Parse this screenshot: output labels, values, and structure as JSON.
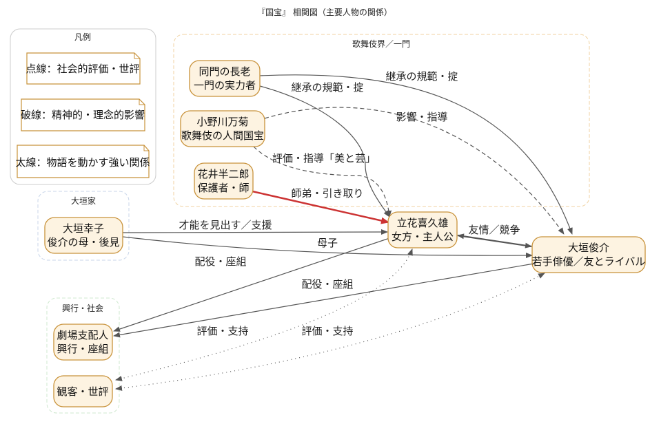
{
  "title": "『国宝』 相関図（主要人物の関係）",
  "colors": {
    "node_fill": "#fdf3e1",
    "node_stroke": "#c8923a",
    "edge": "#555555",
    "edge_strong": "#cc3333",
    "cluster_kabuki": "#f0d2a0",
    "cluster_ogaki": "#c9d6ea",
    "cluster_society": "#cfe8cf",
    "legend_border": "#cccccc"
  },
  "legend": {
    "title": "凡例",
    "items": [
      {
        "label": "点線：社会的評価・世評",
        "style": "dotted"
      },
      {
        "label": "破線：精神的・理念的影響",
        "style": "dashed"
      },
      {
        "label": "太線：物語を動かす強い関係",
        "style": "bold"
      }
    ]
  },
  "clusters": {
    "kabuki": "歌舞伎界／一門",
    "ogaki": "大垣家",
    "society": "興行・社会"
  },
  "nodes": {
    "elder": {
      "line1": "同門の長老",
      "line2": "一門の実力者"
    },
    "onogawa": {
      "line1": "小野川万菊",
      "line2": "歌舞伎の人間国宝"
    },
    "hanai": {
      "line1": "花井半二郎",
      "line2": "保護者・師"
    },
    "sachiko": {
      "line1": "大垣幸子",
      "line2": "俊介の母・後見"
    },
    "kikuo": {
      "line1": "立花喜久雄",
      "line2": "女方・主人公"
    },
    "shunsuke": {
      "line1": "大垣俊介",
      "line2": "若手俳優／友とライバル"
    },
    "theater": {
      "line1": "劇場支配人",
      "line2": "興行・座組"
    },
    "audience": {
      "line1": "観客・世評"
    }
  },
  "edges": [
    {
      "from": "elder",
      "to": "kikuo",
      "label": "継承の規範・掟",
      "style": "solid"
    },
    {
      "from": "elder",
      "to": "shunsuke",
      "label": "継承の規範・掟",
      "style": "solid"
    },
    {
      "from": "onogawa",
      "to": "kikuo",
      "label": "評価・指導「美と芸」",
      "style": "dashed"
    },
    {
      "from": "onogawa",
      "to": "shunsuke",
      "label": "影響・指導",
      "style": "dashed"
    },
    {
      "from": "hanai",
      "to": "kikuo",
      "label": "師弟・引き取り",
      "style": "bold"
    },
    {
      "from": "sachiko",
      "to": "kikuo",
      "label": "才能を見出す／支援",
      "style": "solid"
    },
    {
      "from": "sachiko",
      "to": "shunsuke",
      "label": "母子",
      "style": "solid"
    },
    {
      "from": "kikuo",
      "to": "shunsuke",
      "label": "友情／競争",
      "style": "solid-both"
    },
    {
      "from": "kikuo",
      "to": "theater",
      "label": "配役・座組",
      "style": "solid"
    },
    {
      "from": "shunsuke",
      "to": "theater",
      "label": "配役・座組",
      "style": "solid"
    },
    {
      "from": "audience",
      "to": "kikuo",
      "label": "評価・支持",
      "style": "dotted"
    },
    {
      "from": "audience",
      "to": "shunsuke",
      "label": "評価・支持",
      "style": "dotted"
    }
  ]
}
